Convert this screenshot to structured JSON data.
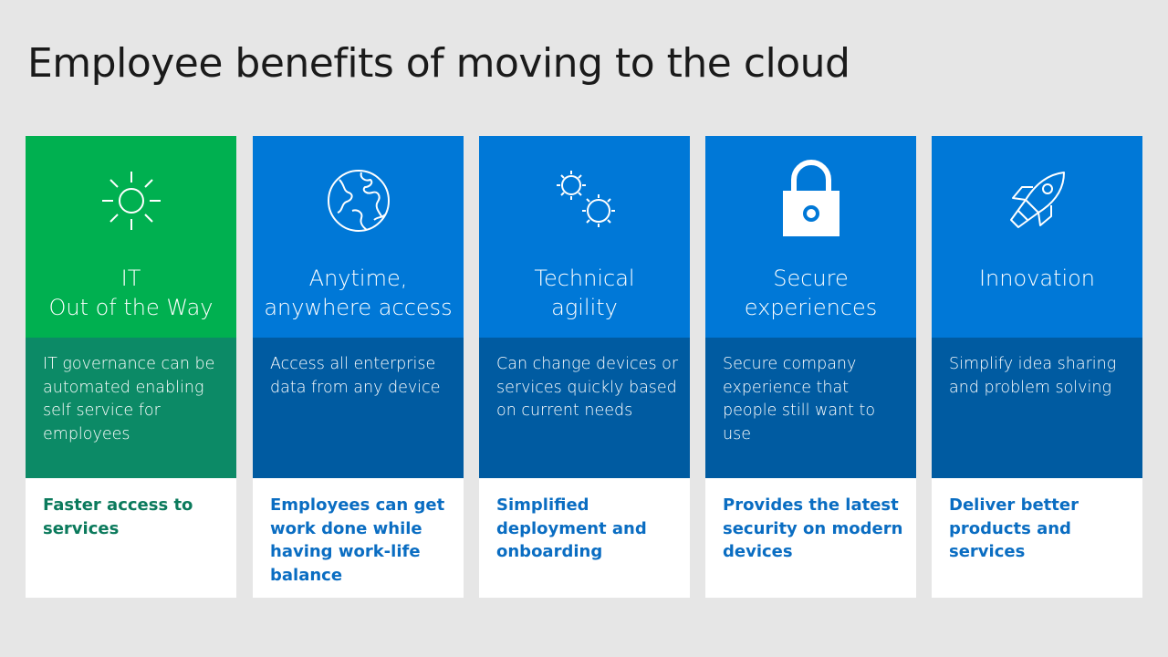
{
  "title": "Employee benefits of moving to the cloud",
  "cards": [
    {
      "icon": "sun-icon",
      "heading": [
        "IT",
        "Out of the Way"
      ],
      "description": "IT governance can be automated enabling self service for employees",
      "benefit": "Faster access to services"
    },
    {
      "icon": "globe-icon",
      "heading": [
        "Anytime,",
        "anywhere access"
      ],
      "description": "Access all enterprise data from any device",
      "benefit": "Employees can get work done while having work-life balance"
    },
    {
      "icon": "gears-icon",
      "heading": [
        "Technical",
        "agility"
      ],
      "description": "Can change devices or services quickly based on current needs",
      "benefit": "Simplified deployment and onboarding"
    },
    {
      "icon": "padlock-icon",
      "heading": [
        "Secure",
        "experiences"
      ],
      "description": "Secure company experience that people still want to use",
      "benefit": "Provides the latest security on modern devices"
    },
    {
      "icon": "rocket-icon",
      "heading": [
        "Innovation"
      ],
      "description": "Simplify idea sharing and problem solving",
      "benefit": "Deliver better products and services"
    }
  ],
  "colors": {
    "background": "#e6e6e6",
    "green_top": "#00b050",
    "green_mid": "#0c8a66",
    "green_text": "#0b7a5c",
    "blue_top": "#0078d7",
    "blue_mid": "#005ba1",
    "blue_text": "#0a6dc2"
  }
}
